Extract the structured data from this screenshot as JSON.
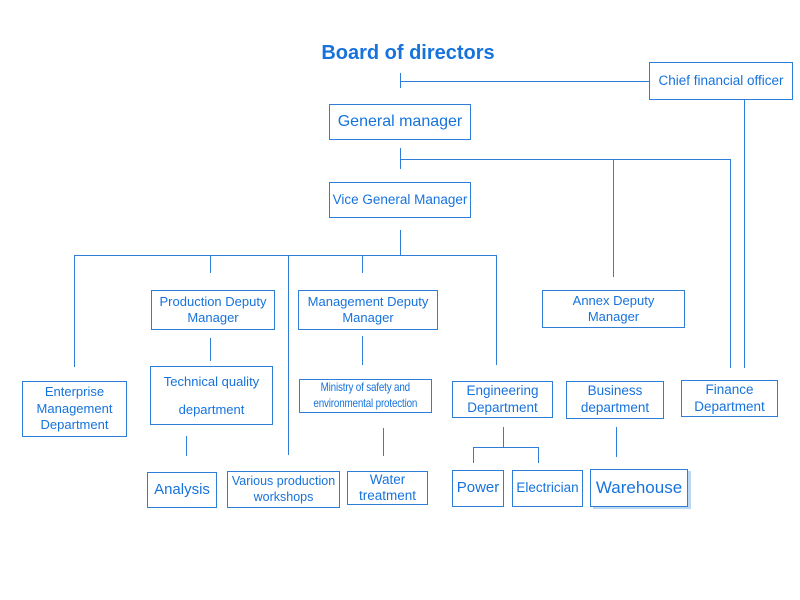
{
  "title": "Board of directors",
  "colors": {
    "text": "#1673dc",
    "border": "#2e7ed8",
    "line": "#2e7ed8",
    "background": "#ffffff",
    "shadow": "#bcd7f2"
  },
  "nodes": {
    "general_manager": {
      "label": "General manager"
    },
    "chief_financial_officer": {
      "label": "Chief financial officer"
    },
    "vice_general_manager": {
      "label": "Vice General Manager"
    },
    "production_deputy_manager": {
      "label": "Production Deputy\nManager"
    },
    "management_deputy_manager": {
      "label": "Management Deputy\nManager"
    },
    "annex_deputy_manager": {
      "label": "Annex Deputy\nManager"
    },
    "enterprise_management_department": {
      "label": "Enterprise\nManagement\nDepartment"
    },
    "technical_quality_department": {
      "label": "Technical quality\ndepartment"
    },
    "ministry_of_safety": {
      "label": "Ministry of safety and\nenvironmental protection"
    },
    "engineering_department": {
      "label": "Engineering\nDepartment"
    },
    "business_department": {
      "label": "Business\ndepartment"
    },
    "finance_department": {
      "label": "Finance\nDepartment"
    },
    "analysis": {
      "label": "Analysis"
    },
    "various_production_workshops": {
      "label": "Various production\nworkshops"
    },
    "water_treatment": {
      "label": "Water\ntreatment"
    },
    "power": {
      "label": "Power"
    },
    "electrician": {
      "label": "Electrician"
    },
    "warehouse": {
      "label": "Warehouse"
    }
  }
}
